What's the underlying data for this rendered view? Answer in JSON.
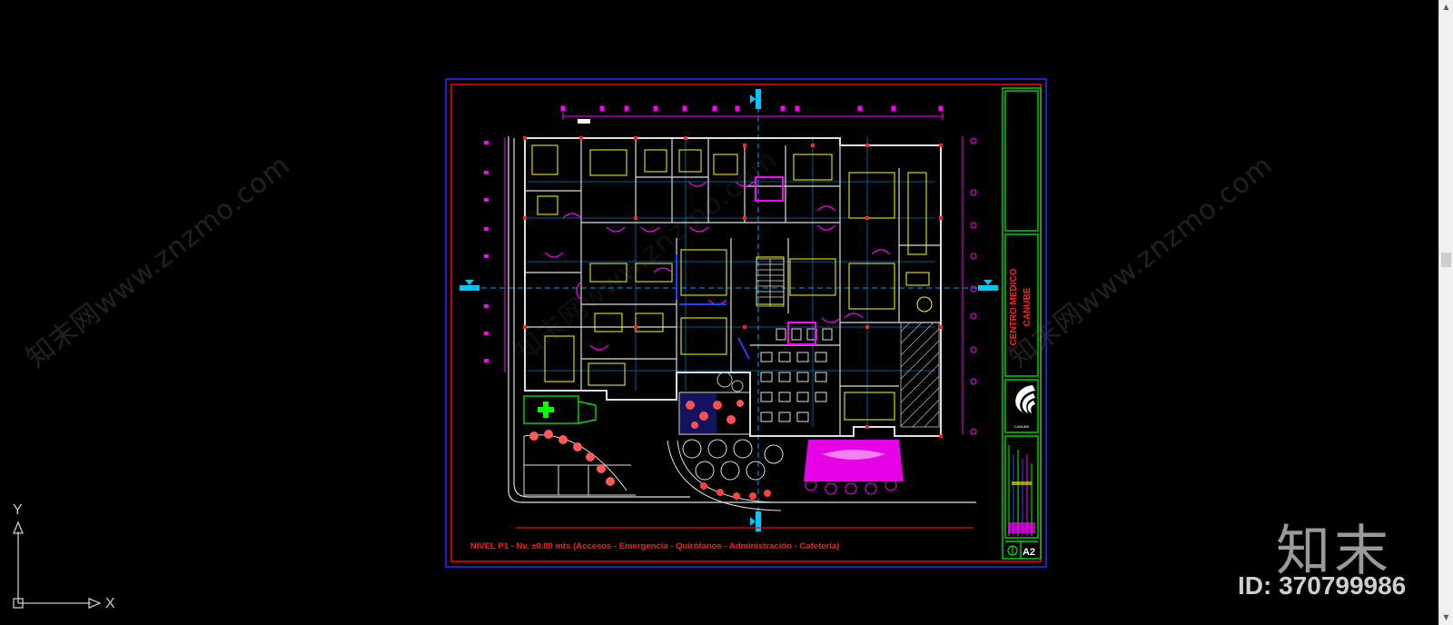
{
  "drawing": {
    "plan_caption": "NIVEL P1 - Nv. ±0.80 mts (Accesos - Emergencia - Quirófanos - Administración - Cafetería)",
    "project_title_line1": "CENTRO MEDICO",
    "project_title_line2": "CANUBE",
    "logo_caption": "CANUBE",
    "sheet_number": "A2"
  },
  "ucs": {
    "y_label": "Y",
    "x_label": "X"
  },
  "watermarks": {
    "left_text": "知末网www.znzmo.com",
    "right_text": "知末网www.znzmo.com",
    "logo_text": "知末",
    "id_text": "ID: 370799986"
  },
  "scrollbar": {
    "up_icon": "▲",
    "down_icon": "▼"
  },
  "colors": {
    "background": "#000000",
    "frame": "#2020c8",
    "border": "#ff0000",
    "walls": "#e0e0e0",
    "grid": "#00a0ff",
    "furniture": "#ffff00",
    "magenta": "#ff00ff",
    "green": "#00ff00"
  }
}
